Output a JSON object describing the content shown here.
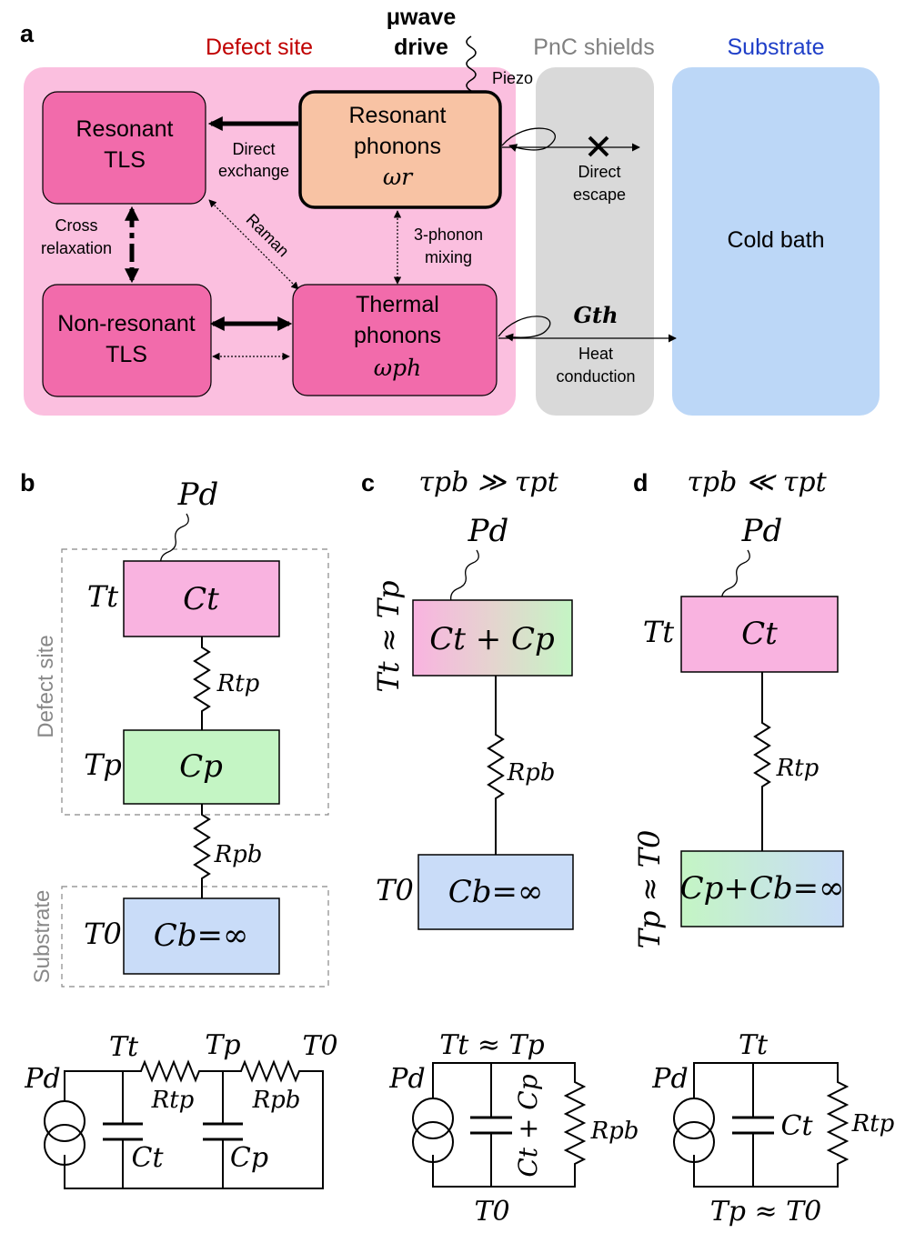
{
  "panel_a": {
    "label": "a",
    "region_defect": "Defect site",
    "region_shields": "PnC shields",
    "region_substrate": "Substrate",
    "drive_line1": "μwave",
    "drive_line2": "drive",
    "piezo": "Piezo",
    "resonant_tls_1": "Resonant",
    "resonant_tls_2": "TLS",
    "resonant_phonons_1": "Resonant",
    "resonant_phonons_2": "phonons",
    "omega_r": "ωr",
    "direct_exchange_1": "Direct",
    "direct_exchange_2": "exchange",
    "direct_escape_1": "Direct",
    "direct_escape_2": "escape",
    "cross_relax_1": "Cross",
    "cross_relax_2": "relaxation",
    "raman": "Raman",
    "three_phonon_1": "3-phonon",
    "three_phonon_2": "mixing",
    "cold_bath": "Cold bath",
    "nonres_tls_1": "Non-resonant",
    "nonres_tls_2": "TLS",
    "thermal_phonons_1": "Thermal",
    "thermal_phonons_2": "phonons",
    "omega_ph": "ωph",
    "g_th": "Gth",
    "heat_cond_1": "Heat",
    "heat_cond_2": "conduction"
  },
  "panel_b": {
    "label": "b",
    "pd": "Pd",
    "tt": "Tt",
    "ct": "Ct",
    "rtp": "Rtp",
    "tp": "Tp",
    "cp": "Cp",
    "rpb": "Rpb",
    "t0": "T0",
    "cb": "Cb=∞",
    "defect_site": "Defect site",
    "substrate": "Substrate"
  },
  "panel_c": {
    "label": "c",
    "condition": "τpb ≫ τpt",
    "pd": "Pd",
    "tt_approx_tp": "Tt ≈ Tp",
    "ctcp": "Ct + Cp",
    "rpb": "Rpb",
    "t0": "T0",
    "cb": "Cb=∞"
  },
  "panel_d": {
    "label": "d",
    "condition": "τpb ≪ τpt",
    "pd": "Pd",
    "tt": "Tt",
    "ct": "Ct",
    "rtp": "Rtp",
    "tp_approx_t0": "Tp ≈ T0",
    "cpcb": "Cp+Cb=∞"
  },
  "circuit_b": {
    "pd": "Pd",
    "tt": "Tt",
    "tp": "Tp",
    "t0": "T0",
    "rtp": "Rtp",
    "rpb": "Rpb",
    "ct": "Ct",
    "cp": "Cp"
  },
  "circuit_c": {
    "top": "Tt ≈ Tp",
    "pd": "Pd",
    "ctcp": "Ct + Cp",
    "rpb": "Rpb",
    "bottom": "T0"
  },
  "circuit_d": {
    "top": "Tt",
    "pd": "Pd",
    "ct": "Ct",
    "rtp": "Rtp",
    "bottom": "Tp ≈ T0"
  },
  "colors": {
    "defect_bg": "#fbbfdf",
    "tls_box": "#f26bab",
    "resonant_phonon_box": "#f8c3a4",
    "shield_bg": "#d9d9d9",
    "substrate_bg": "#bcd7f7",
    "tls_pink_box": "#f9b3e0",
    "phonon_green_box": "#c4f5c4",
    "bath_blue_box": "#c9dcf8",
    "defect_label": "#c00000",
    "substrate_label": "#1f3fc8",
    "shield_label": "#808080"
  }
}
